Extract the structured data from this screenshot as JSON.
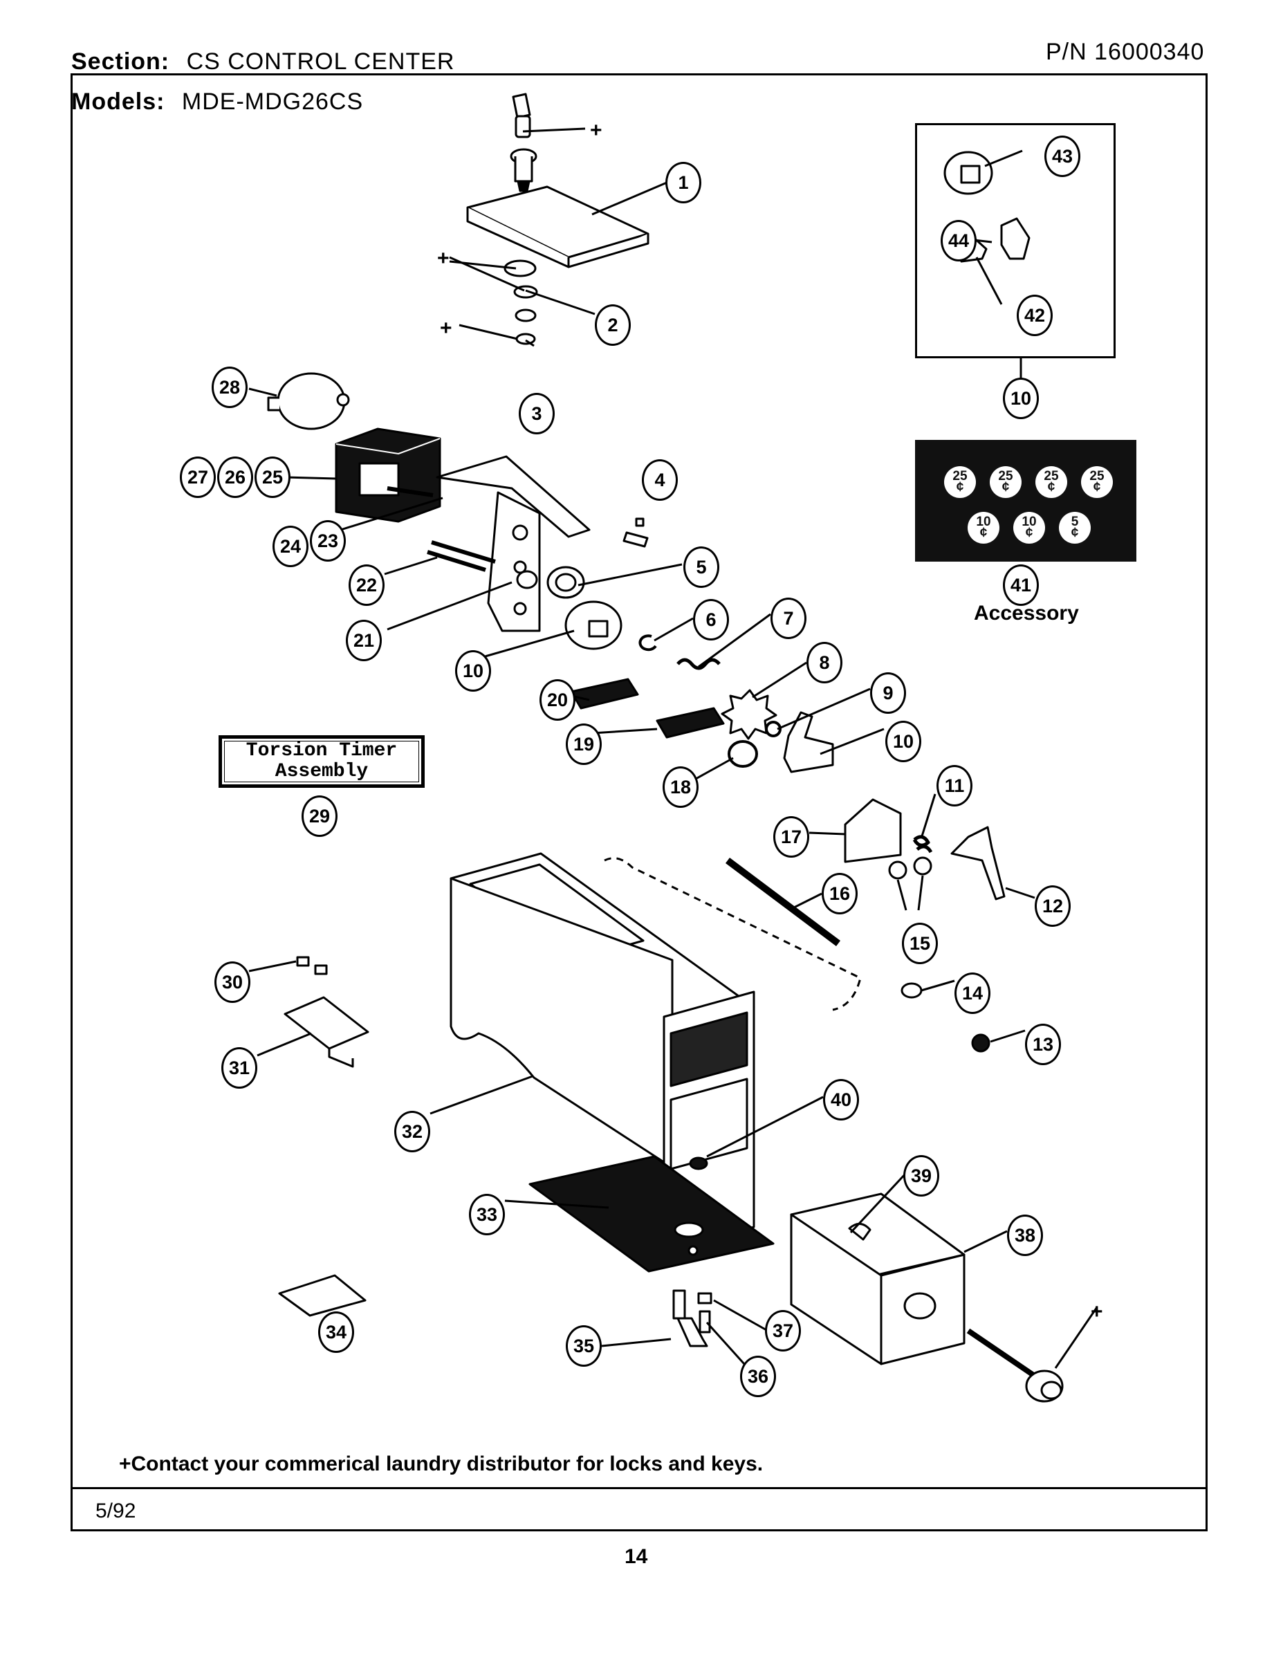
{
  "header": {
    "section_label": "Section:",
    "section_value": "CS CONTROL CENTER",
    "pn": "P/N 16000340",
    "models_label": "Models:",
    "models_value": "MDE-MDG26CS"
  },
  "assembly_box": {
    "line1": "Torsion Timer",
    "line2": "Assembly"
  },
  "accessory": {
    "label": "Accessory",
    "coins_row1": [
      "25",
      "25",
      "25",
      "25"
    ],
    "coins_row2": [
      "10",
      "10",
      "5"
    ],
    "cent_symbol": "¢"
  },
  "callouts": {
    "c1": "1",
    "c2": "2",
    "c3": "3",
    "c4": "4",
    "c5": "5",
    "c6": "6",
    "c7": "7",
    "c8": "8",
    "c9": "9",
    "c10a": "10",
    "c10b": "10",
    "c10c": "10",
    "c11": "11",
    "c12": "12",
    "c13": "13",
    "c14": "14",
    "c15": "15",
    "c16": "16",
    "c17": "17",
    "c18": "18",
    "c19": "19",
    "c20": "20",
    "c21": "21",
    "c22": "22",
    "c23": "23",
    "c24": "24",
    "c25": "25",
    "c26": "26",
    "c27": "27",
    "c28": "28",
    "c29": "29",
    "c30": "30",
    "c31": "31",
    "c32": "32",
    "c33": "33",
    "c34": "34",
    "c35": "35",
    "c36": "36",
    "c37": "37",
    "c38": "38",
    "c39": "39",
    "c40": "40",
    "c41": "41",
    "c42": "42",
    "c43": "43",
    "c44": "44"
  },
  "plus_sign": "+",
  "footer": {
    "note": "+Contact your commerical laundry distributor for locks and keys.",
    "date": "5/92",
    "page": "14"
  }
}
